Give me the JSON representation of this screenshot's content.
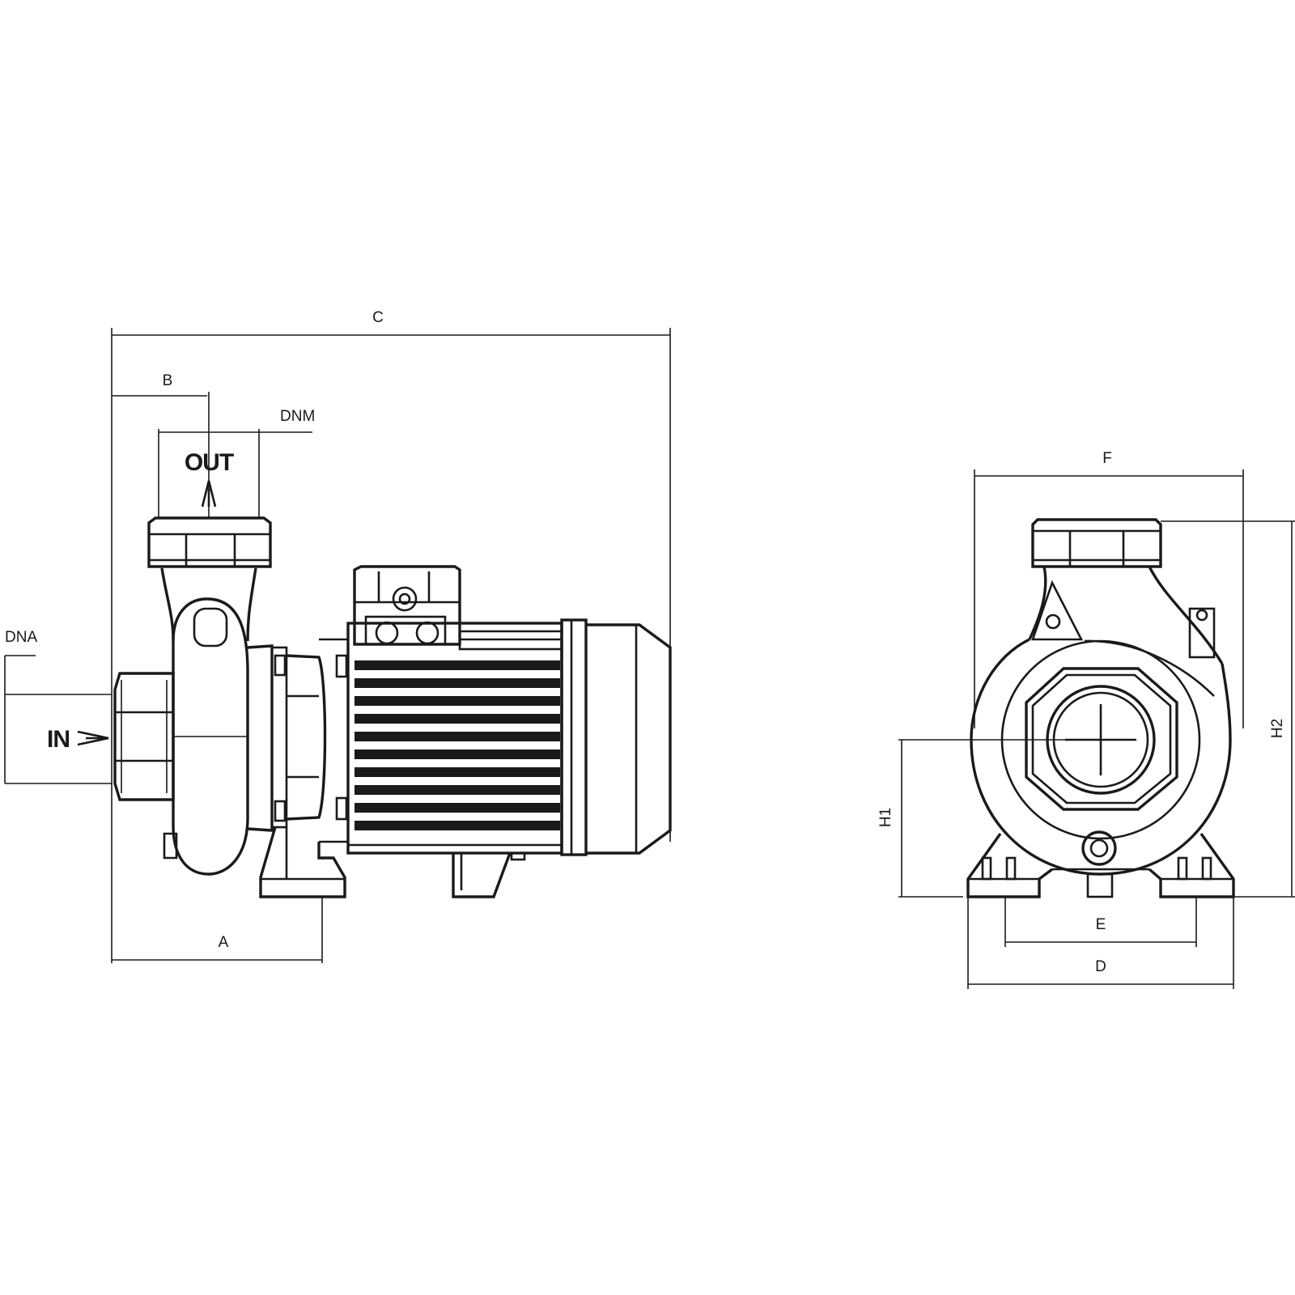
{
  "dimensions": {
    "A": "A",
    "B": "B",
    "C": "C",
    "D": "D",
    "E": "E",
    "F": "F",
    "H1": "H1",
    "H2": "H2",
    "DNA": "DNA",
    "DNM": "DNM"
  },
  "flow": {
    "inlet": "IN",
    "outlet": "OUT"
  },
  "colors": {
    "line": "#1a1a1a",
    "background": "#ffffff"
  }
}
